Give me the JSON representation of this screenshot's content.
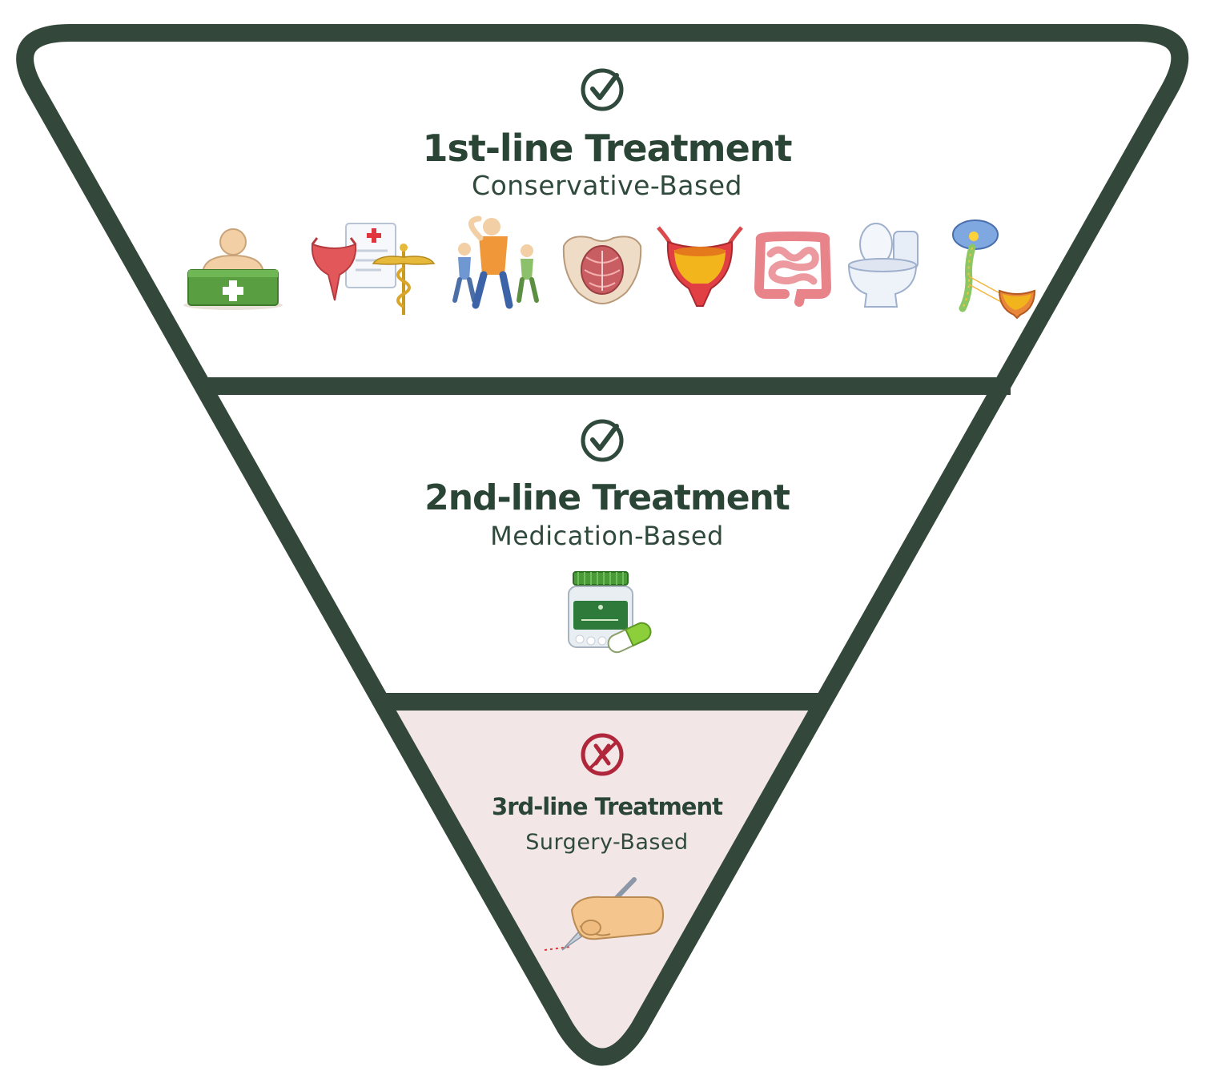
{
  "tiers": [
    {
      "title": "1st-line Treatment",
      "subtitle": "Conservative-Based",
      "status_icon": "check-circle-icon",
      "status_color": "#2f4a3c",
      "icons": [
        "doctor-desk-icon",
        "bladder-medical-record-icon",
        "exercise-group-icon",
        "pelvic-floor-icon",
        "bladder-icon",
        "intestine-icon",
        "toilet-icon",
        "nerve-bladder-icon"
      ]
    },
    {
      "title": "2nd-line Treatment",
      "subtitle": "Medication-Based",
      "status_icon": "check-circle-icon",
      "status_color": "#2f4a3c",
      "icons": [
        "medicine-bottle-icon"
      ]
    },
    {
      "title": "3rd-line Treatment",
      "subtitle": "Surgery-Based",
      "status_icon": "cross-circle-icon",
      "status_color": "#b0263a",
      "icons": [
        "scalpel-hand-icon"
      ]
    }
  ],
  "colors": {
    "outline": "#33483b",
    "tier3_fill": "#f3e6e6",
    "cross_red": "#b0263a"
  }
}
